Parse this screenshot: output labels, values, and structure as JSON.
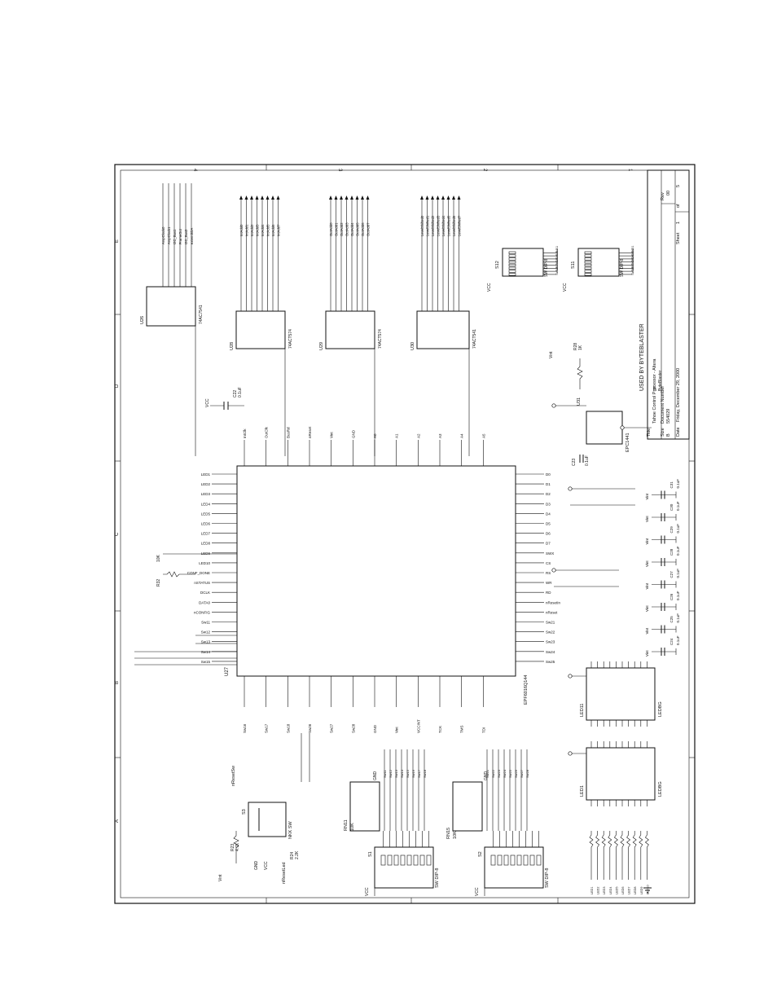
{
  "title_block": {
    "title_label": "Title",
    "title": "Tahoe Control Processor - Altera",
    "size_label": "Size",
    "size": "B",
    "docnum_label": "Document Number",
    "docnum": "554029",
    "rev_label": "Rev",
    "rev": "00",
    "date_label": "Date",
    "date": "Friday, December 29, 2000",
    "sheet_label": "Sheet",
    "sheet_num": "1",
    "sheet_of": "of",
    "sheet_total": "5"
  },
  "border_labels": {
    "letters": [
      "A",
      "B",
      "C",
      "D",
      "E"
    ],
    "numbers": [
      "1",
      "2",
      "3",
      "4"
    ]
  },
  "components": {
    "u27_ref": "U27",
    "u27_part": "EPF6016Q144",
    "u26_ref": "U26",
    "u26_part": "74AC7541",
    "u28_ref": "U28",
    "u28_part": "74ACT574",
    "u29_ref": "U29",
    "u29_part": "74ACT574",
    "u30_ref": "U30",
    "u30_part": "74ACT541",
    "u31_ref": "U31",
    "u31_part": "EPC1441",
    "s1_ref": "S1",
    "s1_part": "SW DIP-8",
    "s2_ref": "S2",
    "s2_part": "SW DIP-8",
    "s11_ref": "S11",
    "s11_part": "SW DIP-8",
    "s12_ref": "S12",
    "s12_part": "SW DIP-8",
    "s3_ref": "S3",
    "s3_part": "NKK SW",
    "rn11_ref": "RN11",
    "rn11_val": "10K",
    "rn15_ref": "RN15",
    "rn15_val": "10K",
    "led1_ref": "LED1",
    "led1_part": "LEDBG",
    "led11_ref": "LED11",
    "led11_part": "LEDBG",
    "byteblaster_note": "USED BY BYTEBLASTER",
    "jp_ref": "JP",
    "jp_part": "ByteBlaster",
    "r23_ref": "R23",
    "r23_val": "4.7K",
    "r24_ref": "R24",
    "r24_val": "2.2K",
    "r28_ref": "R28",
    "r28_val": "1K",
    "r32_ref": "R32",
    "r32_val": "10K",
    "vcc_label": "VCC",
    "vint_label": "Vint",
    "gnd_label": "GND"
  },
  "capacitors": [
    {
      "ref": "C22",
      "val": "0.1uF"
    },
    {
      "ref": "C23",
      "val": "0.1uF"
    },
    {
      "ref": "C24",
      "val": "0.1uF"
    },
    {
      "ref": "C25",
      "val": "0.1uF"
    },
    {
      "ref": "C26",
      "val": "0.1uF"
    },
    {
      "ref": "C27",
      "val": "0.1uF"
    },
    {
      "ref": "C28",
      "val": "0.1uF"
    },
    {
      "ref": "C29",
      "val": "0.1uF"
    },
    {
      "ref": "C30",
      "val": "0.1uF"
    },
    {
      "ref": "C31",
      "val": "0.1uF"
    }
  ],
  "nets": {
    "u28_outputs": [
      "IntAdd0",
      "IntAdd1",
      "IntAdd2",
      "IntAdd3",
      "IntAdd4",
      "IntAdd5",
      "IntAdd6",
      "IntAdd7"
    ],
    "u29_outputs": [
      "OutAdd0",
      "OutAdd1",
      "OutAdd2",
      "OutAdd3",
      "OutAdd4",
      "OutAdd5",
      "OutAdd6",
      "OutAdd7"
    ],
    "u30_outputs": [
      "LevelShifted0",
      "LevelShifted1",
      "LevelShifted2",
      "LevelShifted3",
      "LevelShifted4",
      "LevelShifted5",
      "LevelShifted6",
      "LevelShifted7"
    ],
    "u26_outputs": [
      "AmpClock0",
      "AmpClock1",
      "I2C_Bus1",
      "FrameOut",
      "I2C_Bus3",
      "externSDA"
    ],
    "s12_nets": [
      "Sw11",
      "Sw12",
      "Sw13",
      "Sw14",
      "Sw15",
      "Sw16",
      "Sw17",
      "Sw18"
    ],
    "s11_nets": [
      "Sw21",
      "Sw22",
      "Sw23",
      "Sw24",
      "Sw25",
      "Sw26",
      "Sw27",
      "Sw28"
    ],
    "rn_left_nets": [
      "Sw11",
      "Sw12",
      "Sw13",
      "Sw14",
      "Sw15",
      "Sw16",
      "Sw17",
      "Sw18"
    ],
    "rn_right_nets": [
      "Sw21",
      "Sw22",
      "Sw23",
      "Sw24",
      "Sw25",
      "Sw26",
      "Sw27",
      "Sw28"
    ],
    "fpga_left_pins": [
      "LED1",
      "LED2",
      "LED3",
      "LED4",
      "LED5",
      "LED6",
      "LED7",
      "LED8",
      "LED9",
      "LED10",
      "CONF_DONE",
      "nSTATUS",
      "DCLK",
      "DATA0",
      "nCONFIG",
      "Sw11",
      "Sw12",
      "Sw13",
      "Sw14",
      "Sw15"
    ],
    "fpga_right_pins": [
      "D0",
      "D1",
      "D2",
      "D3",
      "D4",
      "D5",
      "D6",
      "D7",
      "SWX",
      "CS",
      "RS",
      "WR",
      "RD",
      "nResetIn",
      "nReset",
      "Sw21",
      "Sw22",
      "Sw23",
      "Sw24",
      "Sw25"
    ],
    "fpga_top_pins": [
      "IntClk",
      "OutClk",
      "BusRd",
      "nReset",
      "Vint",
      "GND",
      "A0",
      "A1",
      "A2",
      "A3",
      "A4",
      "A5"
    ],
    "fpga_bottom_pins": [
      "Sw16",
      "Sw17",
      "Sw18",
      "Sw26",
      "Sw27",
      "Sw28",
      "GND",
      "Vint",
      "VCCINT",
      "TCK",
      "TMS",
      "TDI"
    ],
    "led_nets": [
      "LED1",
      "LED2",
      "LED3",
      "LED4",
      "LED5",
      "LED6",
      "LED7",
      "LED8",
      "LED9",
      "LED10"
    ],
    "switch_reset": [
      "nResetSw",
      "nResetLed"
    ]
  }
}
